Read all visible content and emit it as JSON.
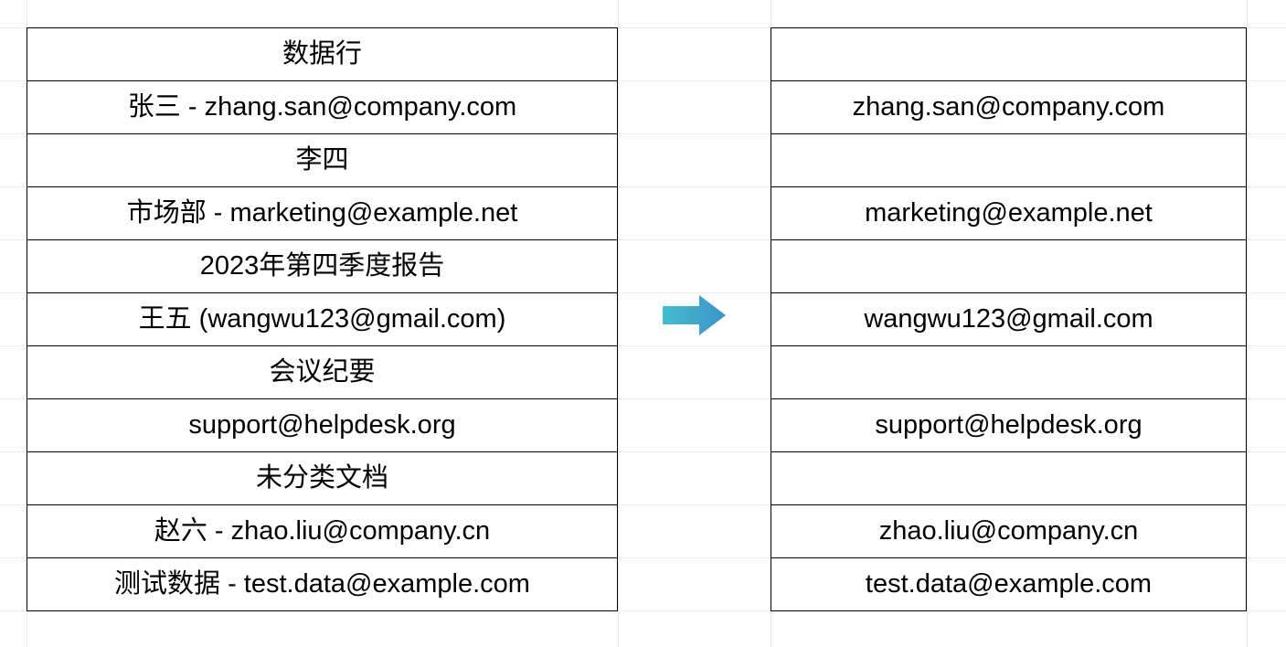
{
  "document": {
    "type": "spreadsheet-comparison",
    "description": "Left table of raw mixed text rows and right table of extracted email addresses, joined by an arrow."
  },
  "grid": {
    "vertical_line_x": [
      29,
      676,
      843,
      1364
    ],
    "horizontal_line_y": [
      30,
      88,
      146,
      204,
      262,
      320,
      378,
      436,
      494,
      552,
      610,
      668
    ],
    "gridline_color": "#e9e9e9"
  },
  "left_table": {
    "name": "source-data-table",
    "header": "数据行",
    "rows": [
      {
        "text": "数据行",
        "is_header": true
      },
      {
        "text": "张三 - zhang.san@company.com",
        "is_header": false
      },
      {
        "text": "李四",
        "is_header": false
      },
      {
        "text": "市场部 - marketing@example.net",
        "is_header": false
      },
      {
        "text": "2023年第四季度报告",
        "is_header": false
      },
      {
        "text": "王五 (wangwu123@gmail.com)",
        "is_header": false
      },
      {
        "text": "会议纪要",
        "is_header": false
      },
      {
        "text": "support@helpdesk.org",
        "is_header": false
      },
      {
        "text": "未分类文档",
        "is_header": false
      },
      {
        "text": "赵六 - zhao.liu@company.cn",
        "is_header": false
      },
      {
        "text": "测试数据 - test.data@example.com",
        "is_header": false
      }
    ]
  },
  "right_table": {
    "name": "extracted-emails-table",
    "rows": [
      {
        "text": ""
      },
      {
        "text": "zhang.san@company.com"
      },
      {
        "text": ""
      },
      {
        "text": "marketing@example.net"
      },
      {
        "text": ""
      },
      {
        "text": "wangwu123@gmail.com"
      },
      {
        "text": ""
      },
      {
        "text": "support@helpdesk.org"
      },
      {
        "text": ""
      },
      {
        "text": "zhao.liu@company.cn"
      },
      {
        "text": "test.data@example.com"
      }
    ]
  },
  "arrow": {
    "name": "right-arrow-icon",
    "direction": "right",
    "gradient_start_color": "#45BDCD",
    "gradient_end_color": "#3D93C9"
  },
  "colors": {
    "table_border": "#000000",
    "text": "#000000",
    "background": "#ffffff",
    "gridline": "#e9e9e9"
  }
}
